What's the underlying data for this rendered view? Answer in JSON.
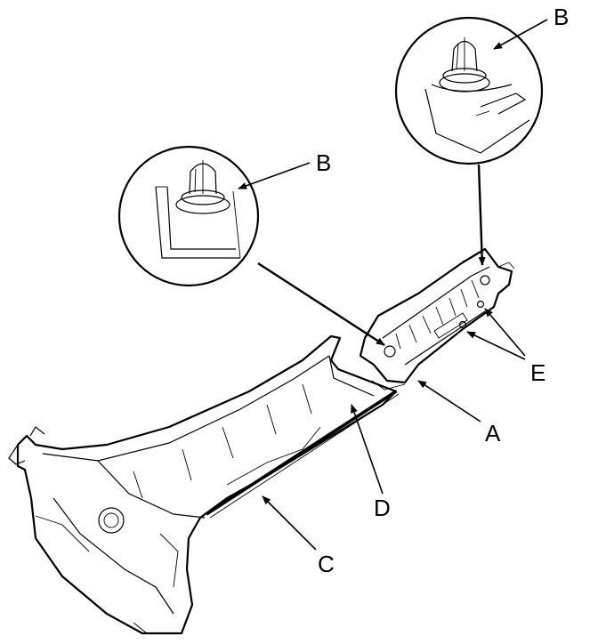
{
  "callouts": {
    "a": "A",
    "b_upper": "B",
    "b_lower": "B",
    "c": "C",
    "d": "D",
    "e": "E"
  }
}
